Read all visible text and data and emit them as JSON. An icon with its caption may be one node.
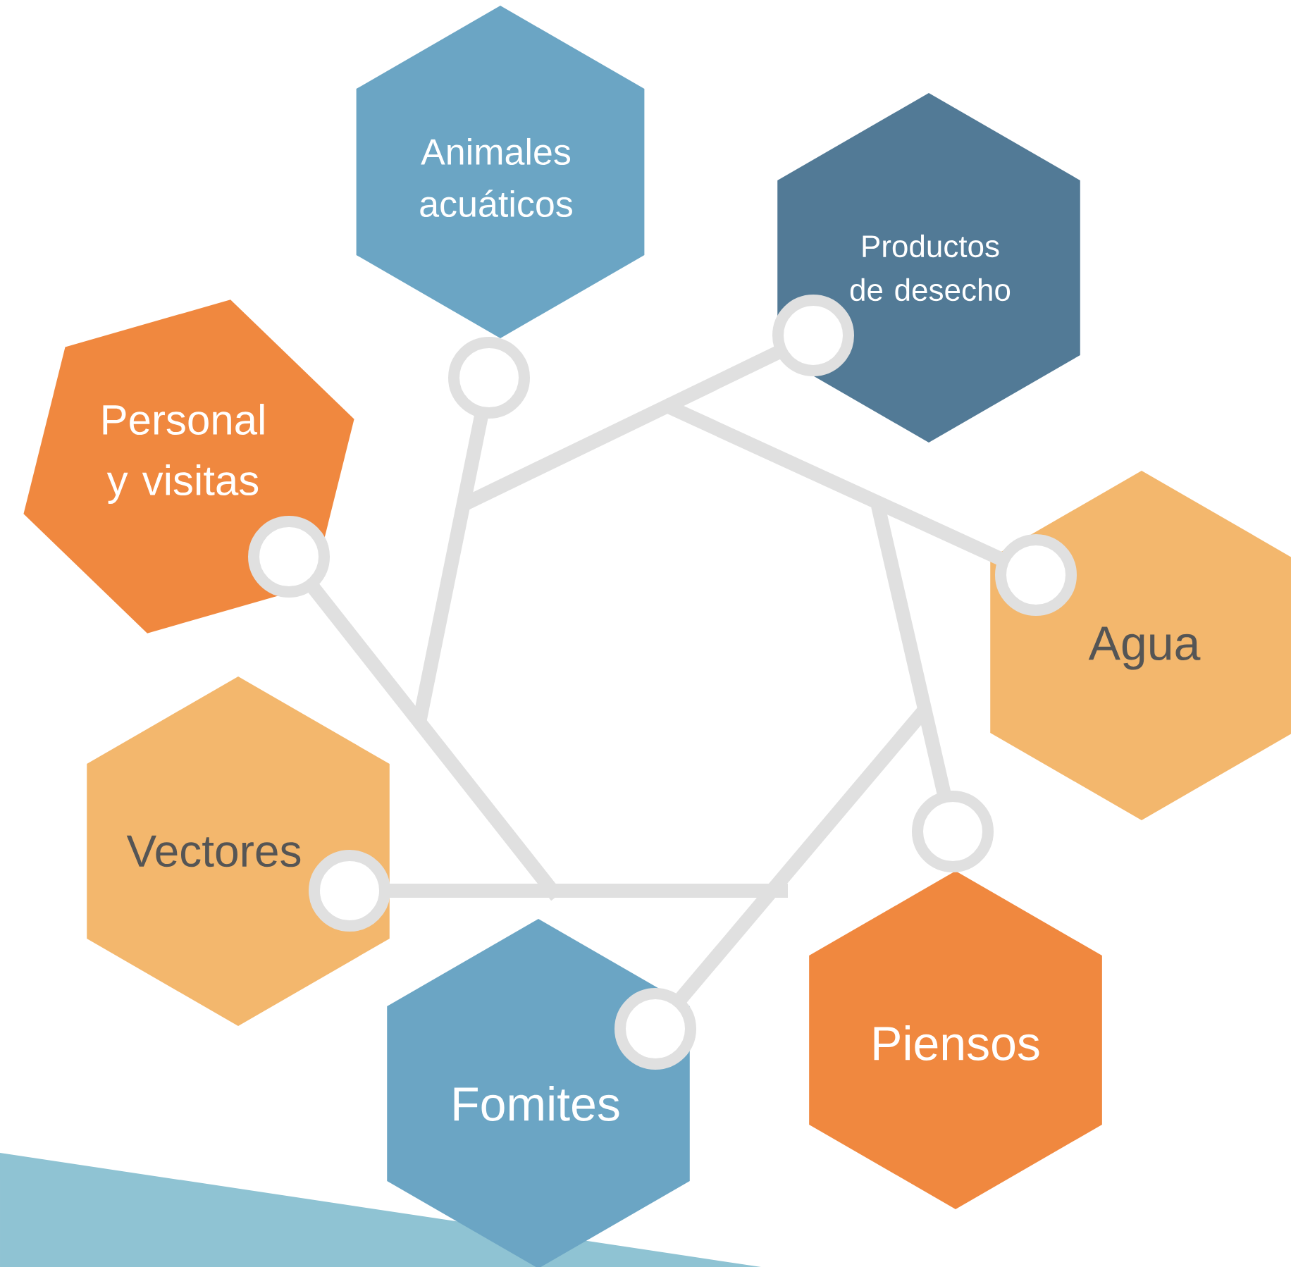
{
  "diagram": {
    "nodes": [
      {
        "text": [
          "Animales acuáticos"
        ]
      },
      {
        "text": [
          "Productos de desecho"
        ]
      },
      {
        "text": [
          "Personal y visitas"
        ]
      },
      {
        "text": [
          "Agua"
        ]
      },
      {
        "text": [
          "Vectores"
        ]
      },
      {
        "text": [
          "Piensos"
        ]
      },
      {
        "text": [
          "Fomites"
        ]
      }
    ],
    "edges": [
      {
        "from": null,
        "to": 0,
        "arrow": "other"
      },
      {
        "from": null,
        "to": 1,
        "arrow": "other"
      },
      {
        "from": null,
        "to": 2,
        "arrow": "other"
      },
      {
        "from": null,
        "to": 3,
        "arrow": "other"
      },
      {
        "from": null,
        "to": 4,
        "arrow": "other"
      },
      {
        "from": null,
        "to": 5,
        "arrow": "other"
      },
      {
        "from": null,
        "to": 6,
        "arrow": "other"
      }
    ]
  }
}
